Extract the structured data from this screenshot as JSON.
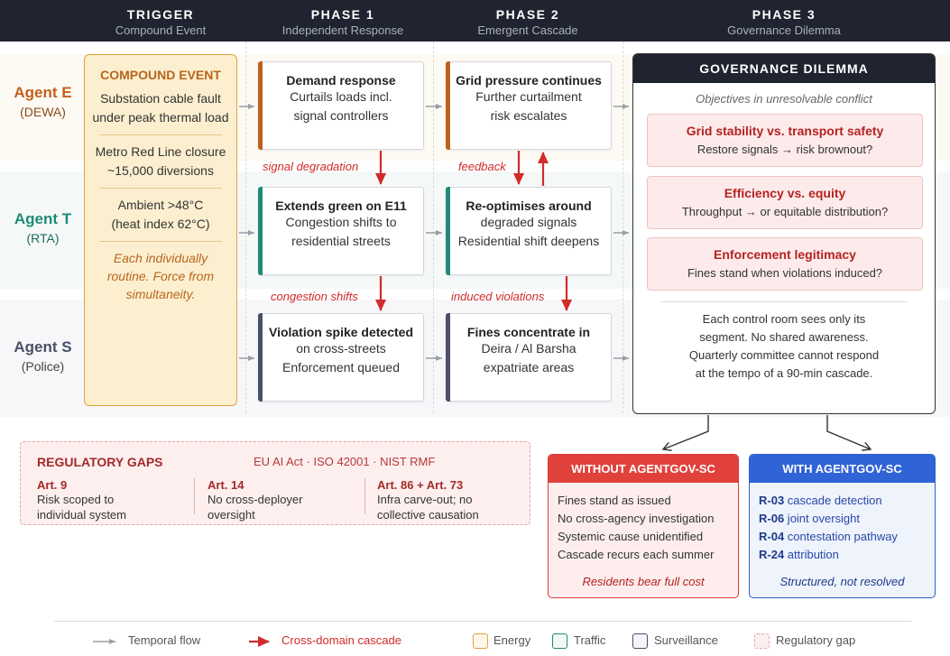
{
  "header": {
    "columns": [
      {
        "title": "TRIGGER",
        "sub": "Compound Event"
      },
      {
        "title": "PHASE 1",
        "sub": "Independent Response"
      },
      {
        "title": "PHASE 2",
        "sub": "Emergent Cascade"
      },
      {
        "title": "PHASE 3",
        "sub": "Governance Dilemma"
      }
    ]
  },
  "agents": [
    {
      "name": "Agent E",
      "org": "(DEWA)",
      "color": "#c0601d"
    },
    {
      "name": "Agent T",
      "org": "(RTA)",
      "color": "#1f8a78"
    },
    {
      "name": "Agent S",
      "org": "(Police)",
      "color": "#4a5068"
    }
  ],
  "trigger": {
    "title": "COMPOUND EVENT",
    "lines": [
      "Substation cable fault",
      "under peak thermal load",
      "Metro Red Line closure",
      "~15,000 diversions",
      "Ambient >48°C",
      "(heat index 62°C)"
    ],
    "italic": [
      "Each individually",
      "routine. Force from",
      "simultaneity."
    ]
  },
  "phase1": [
    {
      "title": "Demand response",
      "lines": [
        "Curtails loads incl.",
        "signal controllers"
      ]
    },
    {
      "title": "Extends green on E11",
      "lines": [
        "Congestion shifts to",
        "residential streets"
      ]
    },
    {
      "title": "Violation spike detected",
      "lines": [
        "on cross-streets",
        "Enforcement queued"
      ]
    }
  ],
  "phase2": [
    {
      "title": "Grid pressure continues",
      "lines": [
        "Further curtailment",
        "risk escalates"
      ]
    },
    {
      "title": "Re-optimises around",
      "lines": [
        "degraded signals",
        "Residential shift deepens"
      ]
    },
    {
      "title": "Fines concentrate in",
      "lines": [
        "Deira / Al Barsha",
        "expatriate areas"
      ]
    }
  ],
  "cascade_labels": {
    "signal": "signal degradation",
    "feedback": "feedback",
    "congestion": "congestion shifts",
    "violations": "induced violations"
  },
  "governance": {
    "title": "GOVERNANCE DILEMMA",
    "sub": "Objectives in unresolvable conflict",
    "conflicts": [
      {
        "title": "Grid stability vs. transport safety",
        "line": "Restore signals → risk brownout?"
      },
      {
        "title": "Efficiency vs. equity",
        "line": "Throughput → or equitable distribution?"
      },
      {
        "title": "Enforcement legitimacy",
        "line": "Fines stand when violations induced?"
      }
    ],
    "para": [
      "Each control room sees only its",
      "segment. No shared awareness.",
      "Quarterly committee cannot respond",
      "at the tempo of a 90-min cascade."
    ]
  },
  "regulatory": {
    "title": "REGULATORY GAPS",
    "refs": "EU AI Act · ISO 42001 · NIST RMF",
    "items": [
      {
        "art": "Art. 9",
        "lines": [
          "Risk scoped to",
          "individual system"
        ]
      },
      {
        "art": "Art. 14",
        "lines": [
          "No cross-deployer",
          "oversight"
        ]
      },
      {
        "art": "Art. 86 + Art. 73",
        "lines": [
          "Infra carve-out; no",
          "collective causation"
        ]
      }
    ]
  },
  "without": {
    "title": "WITHOUT AGENTGOV-SC",
    "lines": [
      "Fines stand as issued",
      "No cross-agency investigation",
      "Systemic cause unidentified",
      "Cascade recurs each summer"
    ],
    "italic": "Residents bear full cost"
  },
  "with": {
    "title": "WITH AGENTGOV-SC",
    "items": [
      {
        "code": "R-03",
        "text": " cascade detection"
      },
      {
        "code": "R-06",
        "text": " joint oversight"
      },
      {
        "code": "R-04",
        "text": " contestation pathway"
      },
      {
        "code": "R-24",
        "text": " attribution"
      }
    ],
    "italic": "Structured, not resolved"
  },
  "legend": {
    "temporal": "Temporal flow",
    "cascade": "Cross-domain cascade",
    "energy": "Energy",
    "traffic": "Traffic",
    "surveillance": "Surveillance",
    "gap": "Regulatory gap"
  }
}
